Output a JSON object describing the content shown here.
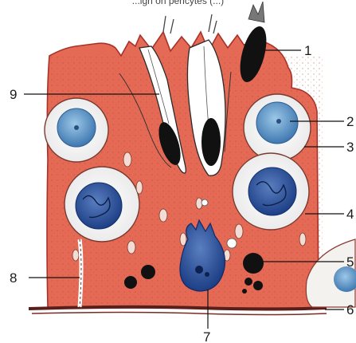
{
  "caption_fragment": "...ign on pericytes (...)",
  "labels": [
    "1",
    "2",
    "3",
    "4",
    "5",
    "6",
    "7",
    "8",
    "9"
  ]
}
